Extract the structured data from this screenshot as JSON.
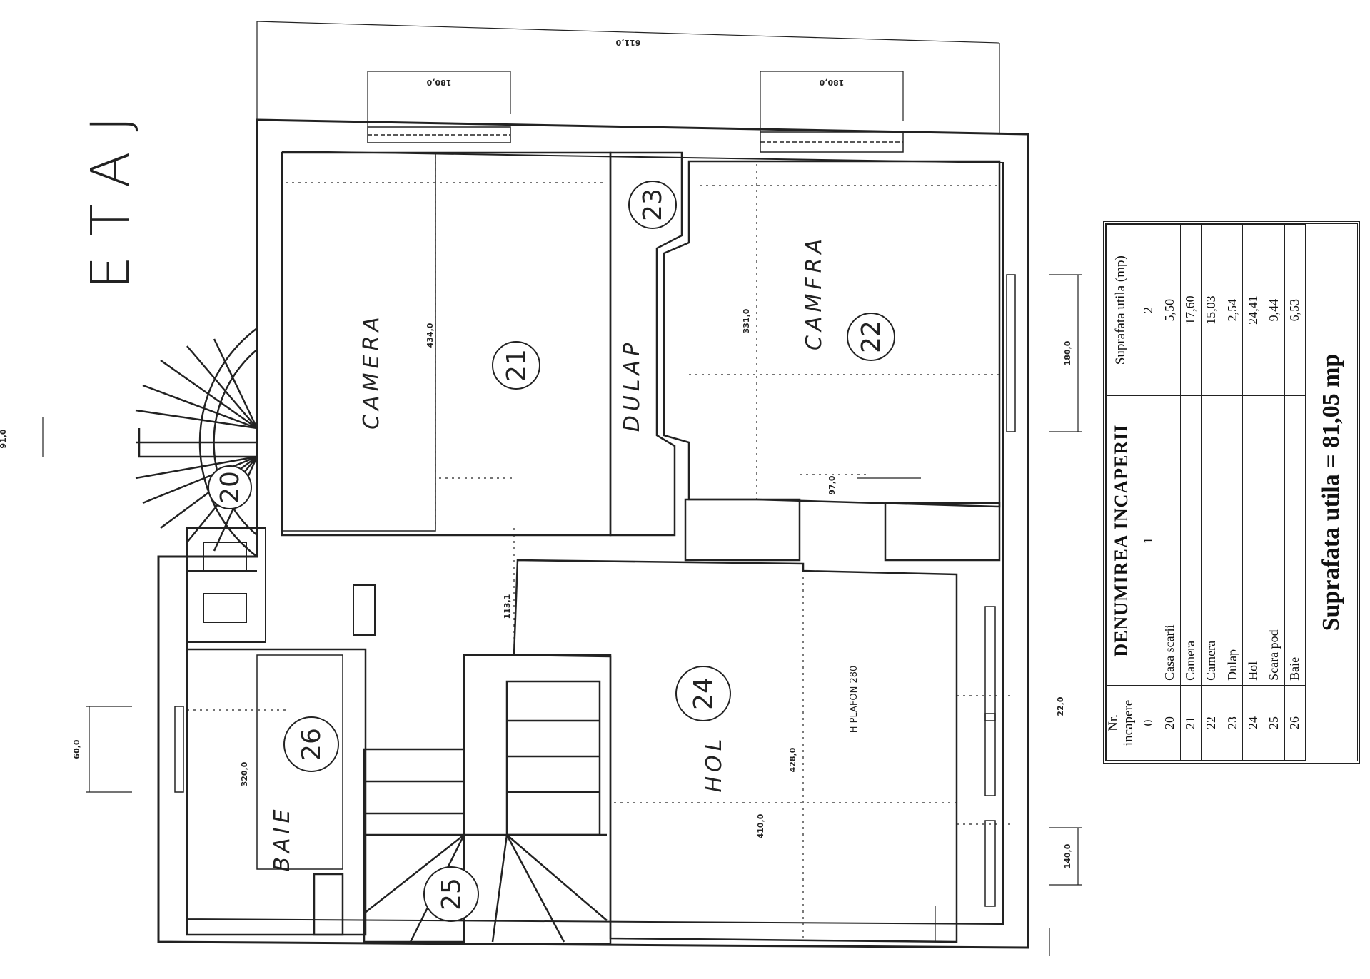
{
  "floor_title": "ETAJ",
  "rooms": {
    "r20": {
      "number": "20"
    },
    "r21": {
      "number": "21",
      "name": "CAMERA"
    },
    "r22": {
      "number": "22",
      "name": "CAMFRA"
    },
    "r23": {
      "number": "23",
      "name": "DULAP"
    },
    "r24": {
      "number": "24",
      "name": "HOL"
    },
    "r25": {
      "number": "25"
    },
    "r26": {
      "number": "26",
      "name": "BAIE"
    }
  },
  "annotations": {
    "h_plafon": "H PLAFON 280"
  },
  "dimensions": [
    {
      "id": "d1",
      "text": "611,0"
    },
    {
      "id": "d2",
      "text": "180,0"
    },
    {
      "id": "d3",
      "text": "180,0"
    },
    {
      "id": "d4",
      "text": "434,0"
    },
    {
      "id": "d5",
      "text": "331,0"
    },
    {
      "id": "d6",
      "text": "113,1"
    },
    {
      "id": "d7",
      "text": "320,0"
    },
    {
      "id": "d8",
      "text": "428,0"
    },
    {
      "id": "d9",
      "text": "140,0"
    },
    {
      "id": "d10",
      "text": "180,0"
    },
    {
      "id": "d11",
      "text": "91,0"
    },
    {
      "id": "d12",
      "text": "22,0"
    },
    {
      "id": "d13",
      "text": "60,0"
    },
    {
      "id": "d14",
      "text": "410,0"
    },
    {
      "id": "d15",
      "text": "97,0"
    }
  ],
  "table": {
    "headers": [
      "Nr. incapere",
      "DENUMIREA INCAPERII",
      "Suprafata utila (mp)"
    ],
    "index_row": [
      "0",
      "1",
      "2"
    ],
    "rows": [
      {
        "nr": "20",
        "name": "Casa scarii",
        "area": "5,50"
      },
      {
        "nr": "21",
        "name": "Camera",
        "area": "17,60"
      },
      {
        "nr": "22",
        "name": "Camera",
        "area": "15,03"
      },
      {
        "nr": "23",
        "name": "Dulap",
        "area": "2,54"
      },
      {
        "nr": "24",
        "name": "Hol",
        "area": "24,41"
      },
      {
        "nr": "25",
        "name": "Scara pod",
        "area": "9,44"
      },
      {
        "nr": "26",
        "name": "Baie",
        "area": "6,53"
      }
    ],
    "total": "Suprafata utila = 81,05 mp"
  }
}
